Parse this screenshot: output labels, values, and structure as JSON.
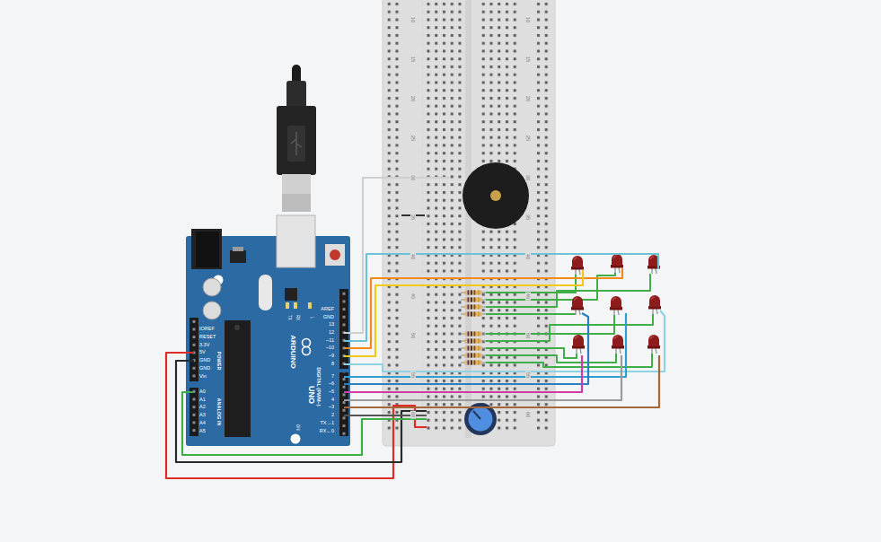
{
  "diagram": {
    "nodes": [
      {
        "text": [
          "AREF",
          "GND",
          "13",
          "12",
          "~11",
          "~10",
          "~9",
          "8",
          "7",
          "~6",
          "~5",
          "4",
          "~3",
          "2",
          "TX→1",
          "RX←0",
          "DIGITAL (PWM~)",
          "TX",
          "RX",
          "L",
          "ARDUINO",
          "UNO",
          "ON",
          "IOREF",
          "RESET",
          "3.3V",
          "5V",
          "GND",
          "GND",
          "Vin",
          "POWER",
          "A0",
          "A1",
          "A2",
          "A3",
          "A4",
          "A5",
          "ANALOG IN"
        ]
      },
      {
        "text": [
          "10",
          "10",
          "15",
          "15",
          "20",
          "20",
          "25",
          "25",
          "30",
          "30",
          "35",
          "35",
          "40",
          "40",
          "45",
          "45",
          "50",
          "50",
          "55",
          "55",
          "60",
          "60"
        ]
      }
    ]
  }
}
